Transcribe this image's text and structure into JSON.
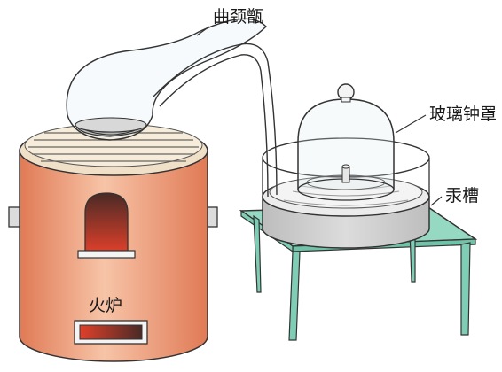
{
  "labels": {
    "retort": "曲颈甑",
    "bell_jar": "玻璃钟罩",
    "mercury_trough": "汞槽",
    "furnace": "火炉"
  },
  "colors": {
    "furnace_body": "#e8916a",
    "furnace_highlight": "#f6c2a4",
    "table_top": "#8fd8c0",
    "trough": "#c8c8c8",
    "glow": "#e0402a"
  }
}
